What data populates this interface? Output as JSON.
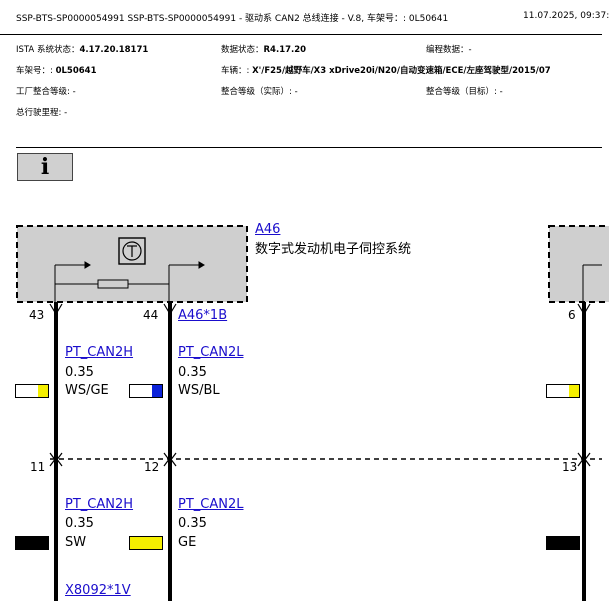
{
  "header": {
    "left": "SSP-BTS-SP0000054991  SSP-BTS-SP0000054991  - 驱动系 CAN2 总线连接 - V.8, 车架号：: 0L50641",
    "right": "11.07.2025,  09:37:"
  },
  "meta": {
    "ista_label": "ISTA 系统状态：",
    "ista_value": "4.17.20.18171",
    "data_label": "数据状态：",
    "data_value": "R4.17.20",
    "prog_label": "编程数据：-",
    "vin_label": "车架号：: ",
    "vin_value": "0L50641",
    "vehicle_label": "车辆：: ",
    "vehicle_value": "X'/F25/越野车/X3 xDrive20i/N20/自动变速箱/ECE/左座驾驶型/2015/07",
    "factory_level": "工厂整合等级: -",
    "actual_level": "整合等级（实际）: -",
    "target_level": "整合等级（目标）: -",
    "mileage": "总行驶里程: -"
  },
  "info_button": {
    "label": "i"
  },
  "component": {
    "id": "A46",
    "name": "数字式发动机电子伺控系统",
    "connector": "A46*1B"
  },
  "pins_top": {
    "left": "43",
    "right": "44",
    "far": "6"
  },
  "pins_mid": {
    "left": "11",
    "right": "12",
    "far": "13"
  },
  "upper_wires": [
    {
      "signal": "PT_CAN2H",
      "gauge": "0.35",
      "color_code": "WS/GE"
    },
    {
      "signal": "PT_CAN2L",
      "gauge": "0.35",
      "color_code": "WS/BL"
    }
  ],
  "lower_wires": [
    {
      "signal": "PT_CAN2H",
      "gauge": "0.35",
      "color_code": "SW"
    },
    {
      "signal": "PT_CAN2L",
      "gauge": "0.35",
      "color_code": "GE"
    }
  ],
  "bottom_connector": "X8092*1V",
  "colors": {
    "white": "#ffffff",
    "yellow": "#f5ef00",
    "blue": "#0b22d9",
    "black": "#000000",
    "link": "#1a0dcc",
    "box": "#cfcfcf"
  }
}
